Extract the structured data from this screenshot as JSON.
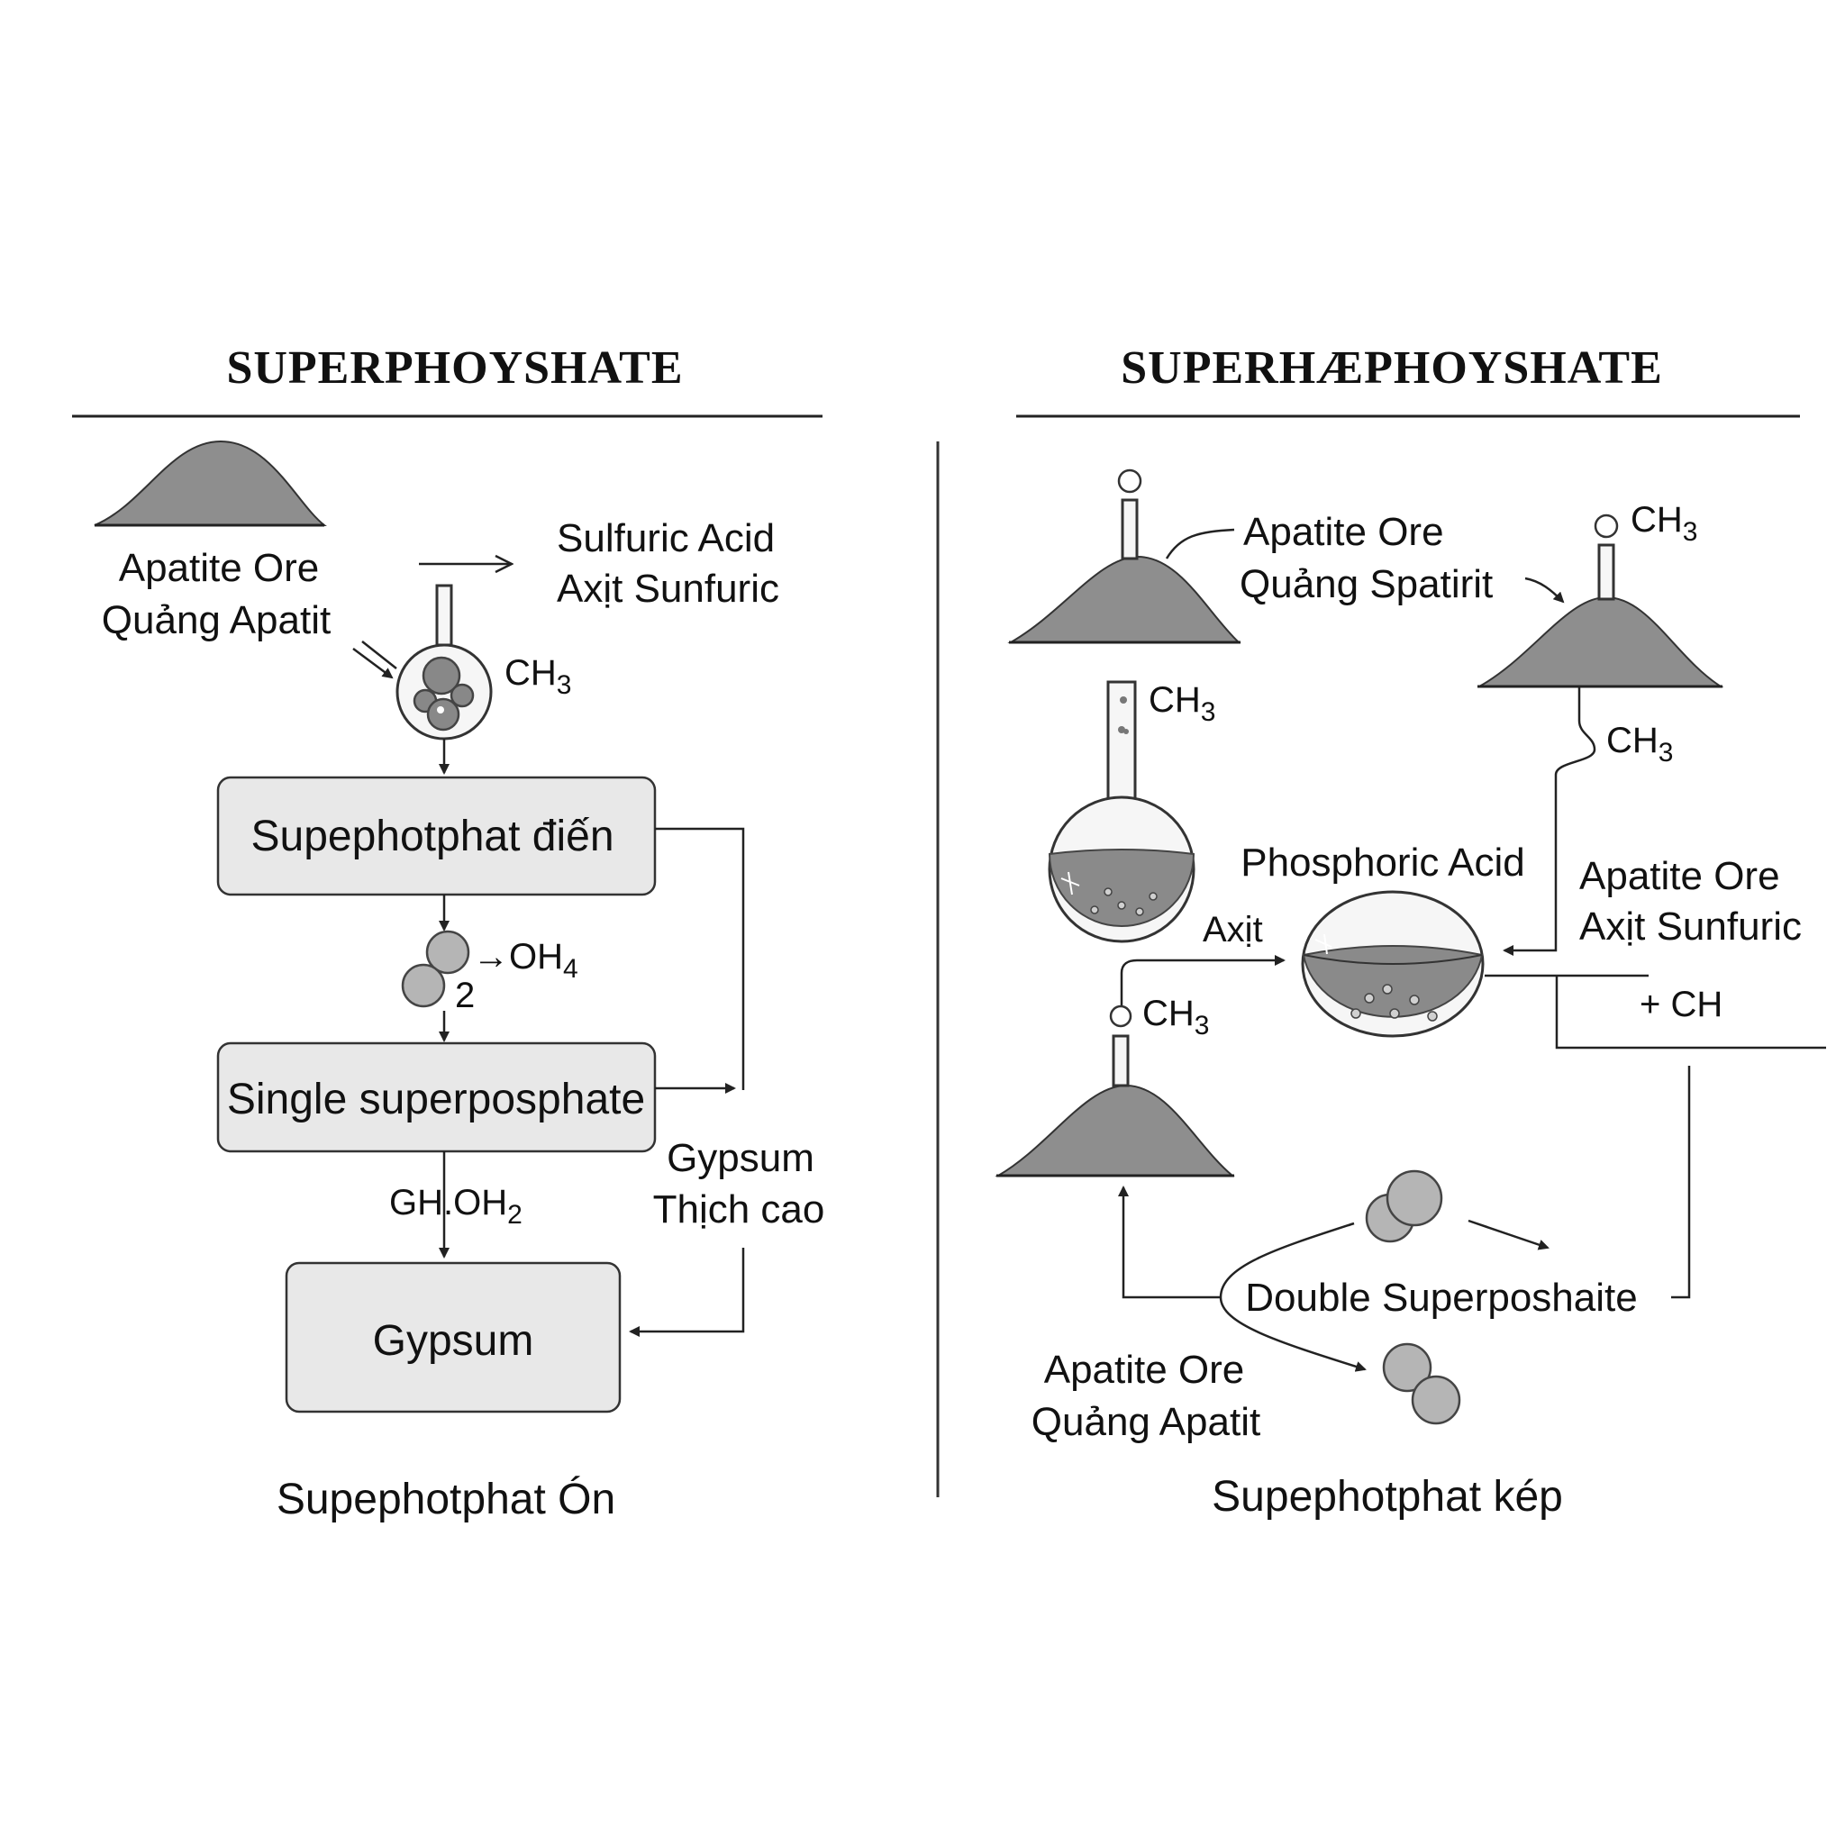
{
  "left_panel": {
    "title": "SUPERPHOYSHATE",
    "ore_label_1": "Apatite Ore",
    "ore_label_2": "Quảng Apatit",
    "acid_label_1": "Sulfuric Acid",
    "acid_label_2": "Axịt Sunfuric",
    "reactor_label": "CH",
    "reactor_label_sub": "3",
    "box_1": "Supephotphat điến",
    "mid_label": "→OH",
    "mid_label_sub": "4",
    "mid_label_2": "2",
    "box_2": "Single superposphate",
    "side_label_1": "Gypsum",
    "side_label_2": "Thịch cao",
    "lower_label": "GH.OH",
    "lower_label_sub": "2",
    "box_3": "Gypsum",
    "caption": "Supephotphat Ón"
  },
  "right_panel": {
    "title": "SUPERHÆPHOYSHATE",
    "ore_label_1": "Apatite Ore",
    "ore_label_2": "Quảng Spatirit",
    "top_right_label": "CH",
    "top_right_label_sub": "3",
    "flask_label": "CH",
    "flask_label_sub": "3",
    "right_pipe_label": "CH",
    "right_pipe_label_sub": "3",
    "acid_title": "Phosphoric Acid",
    "axit_label": "Axịt",
    "right_label_1": "Apatite Ore",
    "right_label_2": "Axịt Sunfuric",
    "plus_label": "+ CH",
    "lower_pipe_label": "CH",
    "lower_pipe_label_sub": "3",
    "product_label": "Double Superposhaite",
    "ore_bottom_1": "Apatite Ore",
    "ore_bottom_2": "Quảng Apatit",
    "caption": "Supephotphat kép"
  }
}
